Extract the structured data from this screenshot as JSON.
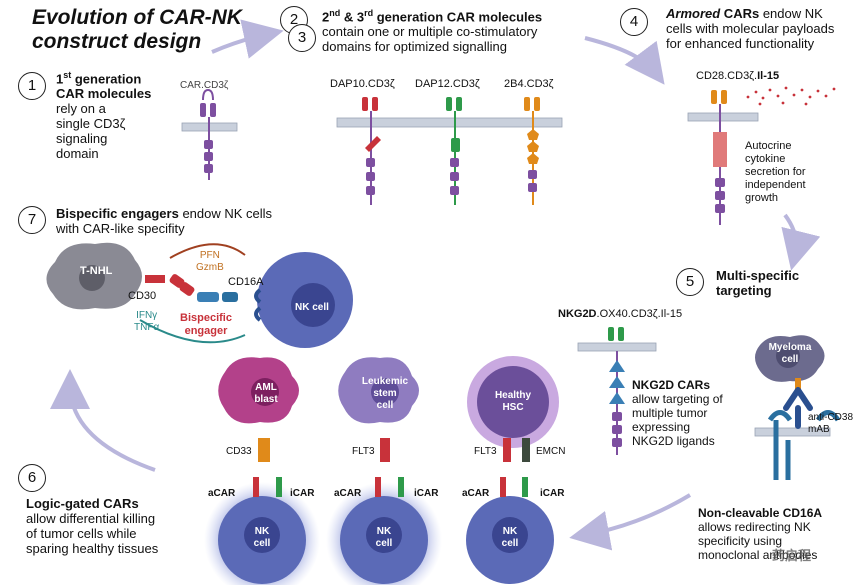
{
  "title_line1": "Evolution of CAR-NK",
  "title_line2": "construct design",
  "steps": [
    {
      "num": "1",
      "bold1": "1",
      "sup": "st",
      "bold2": " generation",
      "bold3": "CAR molecules",
      "text": [
        "rely on a",
        "single CD3ζ",
        "signaling",
        "domain"
      ]
    },
    {
      "num": "2"
    },
    {
      "num": "3",
      "bold": "2",
      "sup1": "nd",
      "mid": " & 3",
      "sup2": "rd",
      "bold_end": " generation CAR molecules",
      "text": [
        "contain one or multiple co-stimulatory",
        "domains for optimized signalling"
      ]
    },
    {
      "num": "4",
      "bold_italic": "Armored",
      "bold": " CARs",
      "text": [
        "endow NK",
        "cells with molecular payloads",
        "for enhanced functionality"
      ]
    },
    {
      "num": "5",
      "bold": [
        "Multi-specific",
        "targeting"
      ]
    },
    {
      "num": "6",
      "bold": "Logic-gated CARs",
      "text": [
        "allow differential killing",
        "of  tumor cells while",
        "sparing healthy tissues"
      ]
    },
    {
      "num": "7",
      "bold": "Bispecific engagers",
      "text_after": " endow NK cells",
      "text": [
        "with CAR-like specifity"
      ]
    }
  ],
  "labels": {
    "car_cd3z": "CAR.CD3ζ",
    "dap10": "DAP10.CD3ζ",
    "dap12": "DAP12.CD3ζ",
    "b2b4": "2B4.CD3ζ",
    "cd28_prefix": "CD28.CD3ζ.",
    "cd28_bold": "Il-15",
    "autocrine": [
      "Autocrine",
      "cytokine",
      "secretion for",
      "independent",
      "growth"
    ],
    "nkg2d_bold": "NKG2D",
    "nkg2d_rest": ".OX40.CD3ζ.Il-15",
    "nkg2d_cars_bold": "NKG2D CARs",
    "nkg2d_cars_text": [
      "allow targeting of",
      "multiple tumor",
      "expressing",
      "NKG2D ligands"
    ],
    "myeloma": [
      "Myeloma",
      "cell"
    ],
    "anti_cd38": [
      "anti-CD38",
      "mAB"
    ],
    "cd16a_bold": "Non-cleavable CD16A",
    "cd16a_text": [
      "allows redirecting NK",
      "specificity using",
      "monoclonal antibodies"
    ],
    "t_nhl": "T-NHL",
    "cd30": "CD30",
    "cd16a": "CD16A",
    "nk_cell": "NK cell",
    "pfn": "PFN",
    "gzmb": "GzmB",
    "ifng": "IFNγ",
    "tnfa": "TNFα",
    "bispecific": [
      "Bispecific",
      "engager"
    ],
    "aml": [
      "AML",
      "blast"
    ],
    "leukemic": [
      "Leukemic",
      "stem",
      "cell"
    ],
    "healthy": [
      "Healthy",
      "HSC"
    ],
    "cd33": "CD33",
    "flt3": "FLT3",
    "emcn": "EMCN",
    "acar": "aCAR",
    "icar": "iCAR",
    "nk": [
      "NK",
      "cell"
    ],
    "watermark": "药启程"
  },
  "colors": {
    "membrane": "#c9d0dc",
    "purple": "#7d4fa0",
    "red": "#c8323a",
    "green": "#2e9a4a",
    "orange": "#e08a1a",
    "teal": "#2a8a8a",
    "nk_body": "#5b6ab7",
    "tumor_pink": "#b3418a",
    "tumor_lilac": "#8f7cc0",
    "tumor_grey": "#8a8a94",
    "arrow": "#b9b6dc"
  }
}
